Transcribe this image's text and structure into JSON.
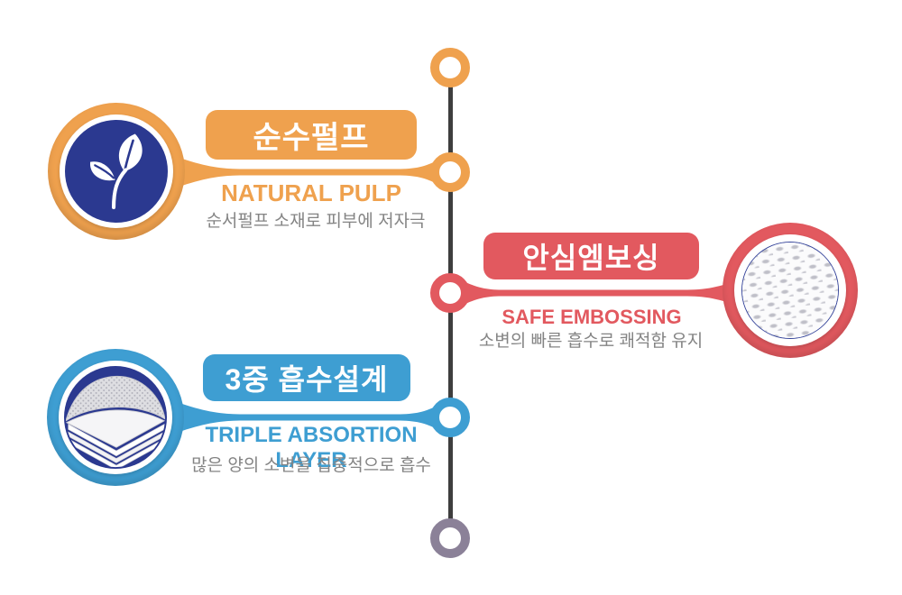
{
  "page": {
    "background": "#ffffff",
    "type": "product-feature-infographic"
  },
  "timeline": {
    "line_color": "#3e3e3e",
    "nodes": [
      {
        "id": "top-node",
        "color": "#efa14e"
      },
      {
        "id": "natural-pulp-node",
        "color": "#efa14e"
      },
      {
        "id": "safe-embossing-node",
        "color": "#e2595f"
      },
      {
        "id": "triple-absorption-node",
        "color": "#3e9ed2"
      },
      {
        "id": "bottom-node",
        "color": "#8b8198"
      }
    ]
  },
  "items": [
    {
      "id": "natural-pulp",
      "side": "left",
      "accent_color": "#efa14e",
      "icon": "leaf-icon",
      "icon_bg": "#2b3990",
      "title_ko": "순수펄프",
      "title_en": "NATURAL PULP",
      "description": "순서펄프 소재로 피부에 저자극"
    },
    {
      "id": "safe-embossing",
      "side": "right",
      "accent_color": "#e2595f",
      "icon": "embossing-texture-icon",
      "icon_border": "#36459b",
      "title_ko": "안심엠보싱",
      "title_en": "SAFE EMBOSSING",
      "description": "소변의 빠른 흡수로 쾌적함 유지"
    },
    {
      "id": "triple-absorption",
      "side": "left",
      "accent_color": "#3e9ed2",
      "icon": "absorption-layers-icon",
      "icon_bg": "#2b3990",
      "title_ko": "3중 흡수설계",
      "title_en": "TRIPLE ABSORTION LAYER",
      "description": "많은 양의 소변을 집중적으로 흡수"
    }
  ],
  "colors": {
    "orange": "#efa14e",
    "red": "#e2595f",
    "blue": "#3e9ed2",
    "navy": "#2b3990",
    "timeline_gray": "#3e3e3e",
    "bottom_node_gray": "#8b8198",
    "description_gray": "#848484"
  }
}
